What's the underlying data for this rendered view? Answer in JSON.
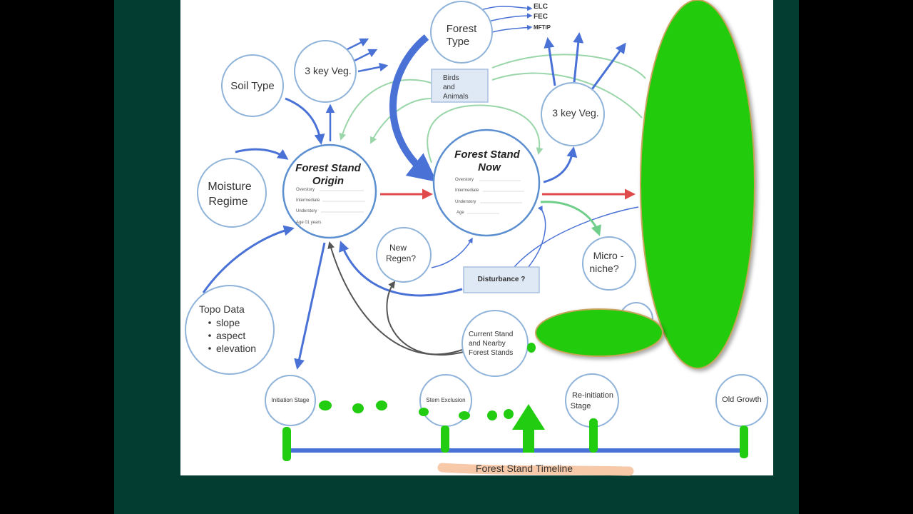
{
  "nodes": {
    "soil_type": "Soil Type",
    "key_veg_left": "3 key Veg.",
    "forest_type": "Forest Type",
    "forest_type_line1": "Forest",
    "forest_type_line2": "Type",
    "elc": "ELC",
    "fec": "FEC",
    "mftip": "MFTIP",
    "birds_line1": "Birds",
    "birds_line2": "and",
    "birds_line3": "Animals",
    "key_veg_right": "3 key Veg.",
    "moisture_line1": "Moisture",
    "moisture_line2": "Regime",
    "origin_line1": "Forest Stand",
    "origin_line2": "Origin",
    "now_line1": "Forest Stand",
    "now_line2": "Now",
    "new_regen_line1": "New",
    "new_regen_line2": "Regen?",
    "disturbance": "Disturbance ?",
    "micro_line1": "Micro -",
    "micro_line2": "niche?",
    "topo_title": "Topo Data",
    "topo_items": [
      "slope",
      "aspect",
      "elevation"
    ],
    "current_line1": "Current Stand",
    "current_line2": "and Nearby",
    "current_line3": "Forest Stands"
  },
  "form_fields": {
    "overstory": "Overstory",
    "intermediate": "Intermediate",
    "understory": "Understory",
    "age": "Age",
    "age_origin": "Age 01 years"
  },
  "timeline": {
    "title": "Forest Stand Timeline",
    "stages": {
      "initiation": "Initiation Stage",
      "stem_exclusion": "Stem Exclusion",
      "reinit_line1": "Re-initiation",
      "reinit_line2": "Stage",
      "old_growth": "Old Growth"
    }
  },
  "colors": {
    "frame": "#033d32",
    "arrow_blue": "#4a72d6",
    "arrow_red": "#e04a4a",
    "arrow_light_green": "#9ad6a9",
    "ink_green": "#22cc11",
    "highlight": "#f7c9a8"
  }
}
